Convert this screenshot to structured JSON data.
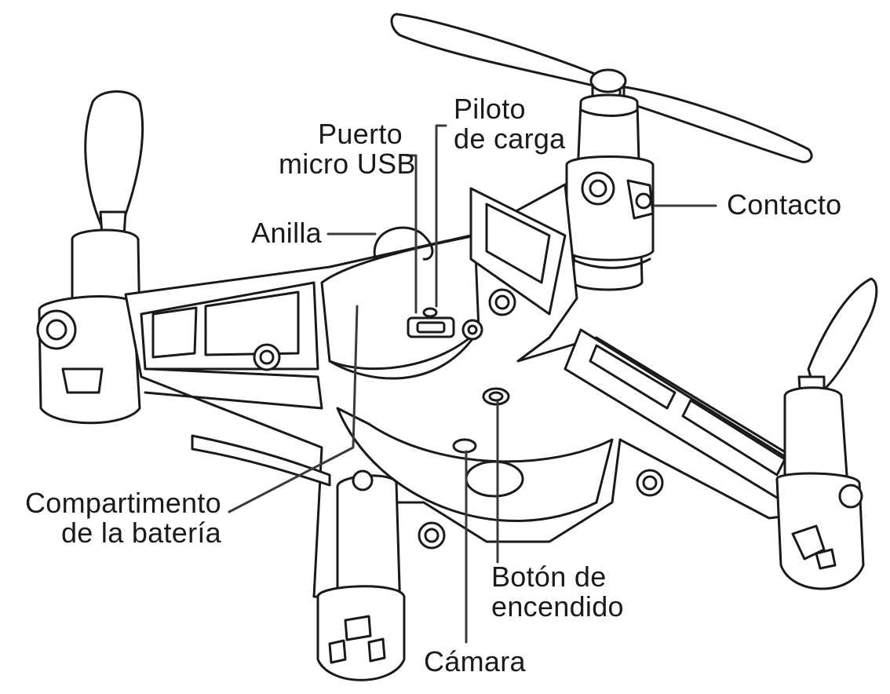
{
  "colors": {
    "ink": "#1a1a1a",
    "leader": "#3a3a3a",
    "background": "#ffffff"
  },
  "labels": {
    "puerto_usb": {
      "line1": "Puerto",
      "line2": "micro USB"
    },
    "piloto_carga": {
      "line1": "Piloto",
      "line2": "de carga"
    },
    "contacto": {
      "line1": "Contacto"
    },
    "anilla": {
      "line1": "Anilla"
    },
    "compartimento": {
      "line1": "Compartimento",
      "line2": "de la batería"
    },
    "boton": {
      "line1": "Botón de",
      "line2": "encendido"
    },
    "camara": {
      "line1": "Cámara"
    }
  }
}
